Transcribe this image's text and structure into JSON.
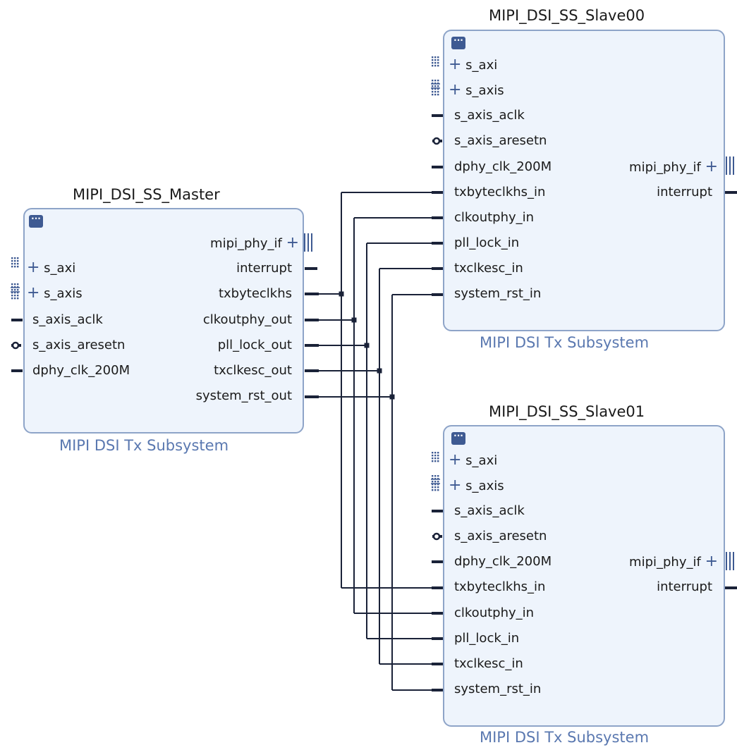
{
  "blocks": {
    "master": {
      "title": "MIPI_DSI_SS_Master",
      "subtitle": "MIPI DSI Tx Subsystem",
      "left_pins": [
        "s_axi",
        "s_axis",
        "s_axis_aclk",
        "s_axis_aresetn",
        "dphy_clk_200M"
      ],
      "right_pins": [
        "mipi_phy_if",
        "interrupt",
        "txbyteclkhs",
        "clkoutphy_out",
        "pll_lock_out",
        "txclkesc_out",
        "system_rst_out"
      ]
    },
    "slave00": {
      "title": "MIPI_DSI_SS_Slave00",
      "subtitle": "MIPI DSI Tx Subsystem",
      "left_pins": [
        "s_axi",
        "s_axis",
        "s_axis_aclk",
        "s_axis_aresetn",
        "dphy_clk_200M",
        "txbyteclkhs_in",
        "clkoutphy_in",
        "pll_lock_in",
        "txclkesc_in",
        "system_rst_in"
      ],
      "right_pins": [
        "mipi_phy_if",
        "interrupt"
      ]
    },
    "slave01": {
      "title": "MIPI_DSI_SS_Slave01",
      "subtitle": "MIPI DSI Tx Subsystem",
      "left_pins": [
        "s_axi",
        "s_axis",
        "s_axis_aclk",
        "s_axis_aresetn",
        "dphy_clk_200M",
        "txbyteclkhs_in",
        "clkoutphy_in",
        "pll_lock_in",
        "txclkesc_in",
        "system_rst_in"
      ],
      "right_pins": [
        "mipi_phy_if",
        "interrupt"
      ]
    }
  },
  "icons": {
    "menu": "ellipsis-menu-icon",
    "bus": "bus-interface-icon",
    "reset": "active-low-reset-icon",
    "expand": "plus-icon"
  },
  "colors": {
    "block_fill": "#eef4fc",
    "block_border": "#8ea4c8",
    "wire": "#1a2238",
    "subtitle": "#5a78b0",
    "icon": "#3e5a92"
  }
}
